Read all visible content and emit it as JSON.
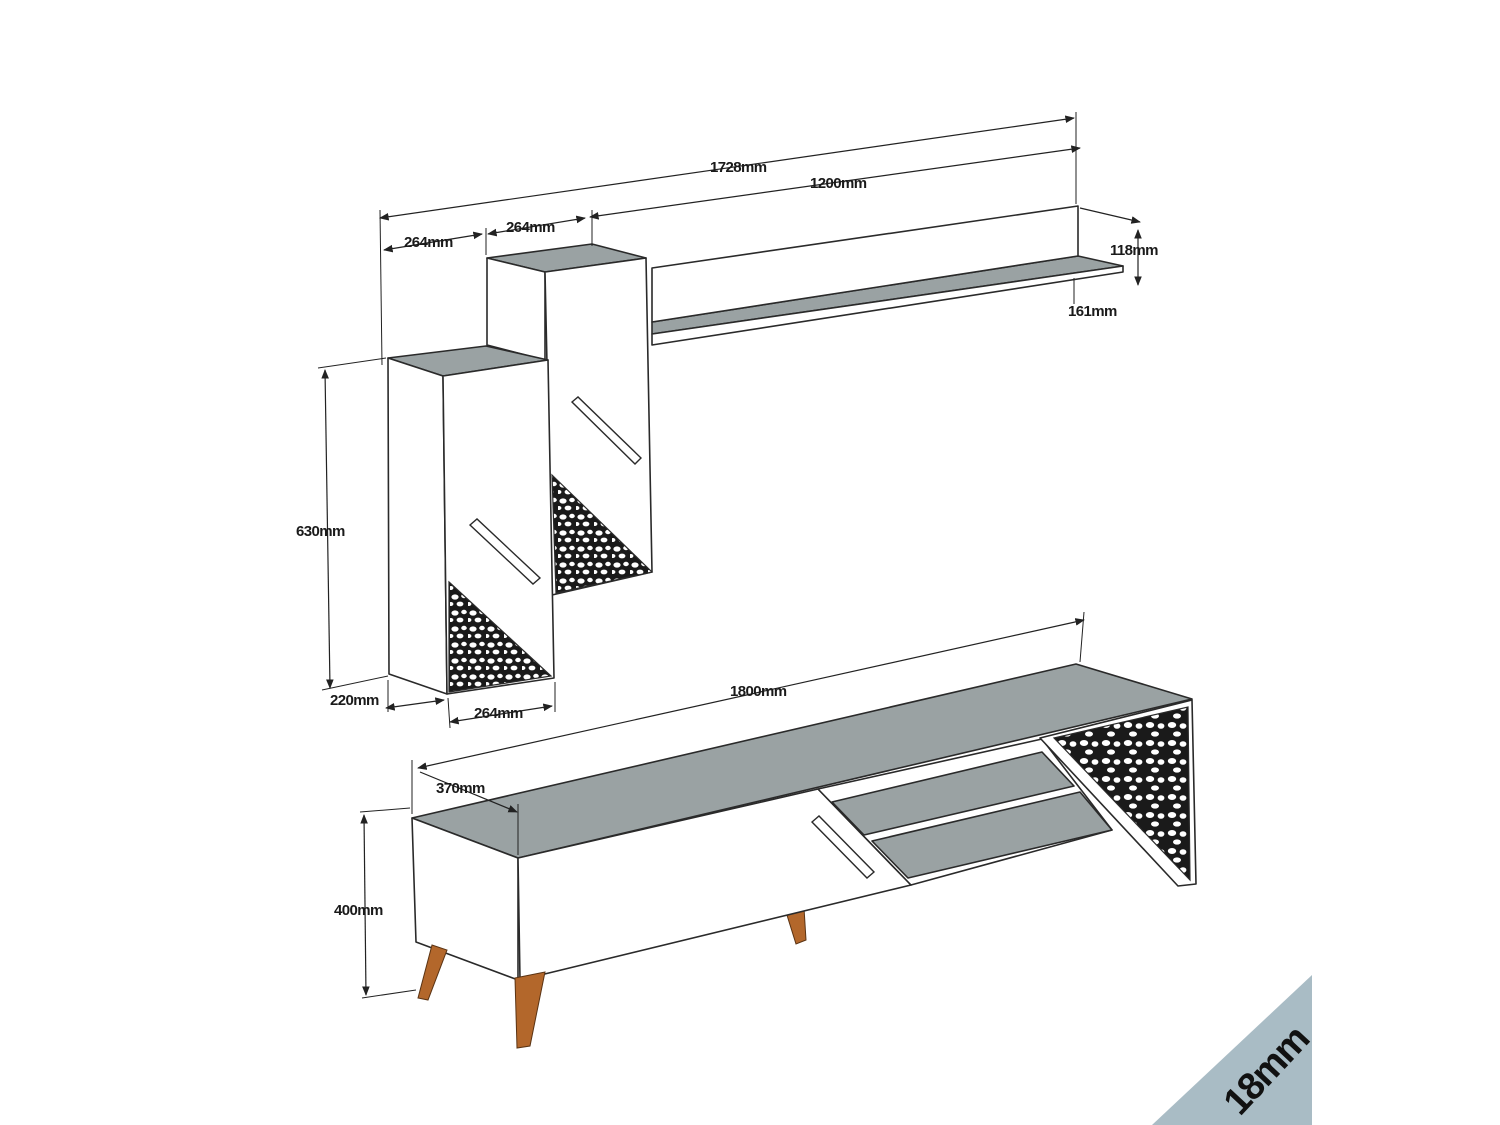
{
  "colors": {
    "top_surface": "#9aa2a3",
    "panel": "#ffffff",
    "outline": "#2a2a2a",
    "leg": "#b3672b",
    "pattern": "#1a1a1a",
    "badge": "#a9bcc5"
  },
  "dimensions": {
    "overall_width": "1728mm",
    "wall_shelf_width": "1200mm",
    "cabinet_left_width": "264mm",
    "cabinet_right_width": "264mm",
    "shelf_depth": "118mm",
    "shelf_height": "161mm",
    "cabinet_height": "630mm",
    "cabinet_depth": "220mm",
    "cabinet_bottom_width": "264mm",
    "tv_unit_width": "1800mm",
    "tv_unit_depth": "370mm",
    "tv_unit_height": "400mm"
  },
  "thickness_badge": "18mm"
}
